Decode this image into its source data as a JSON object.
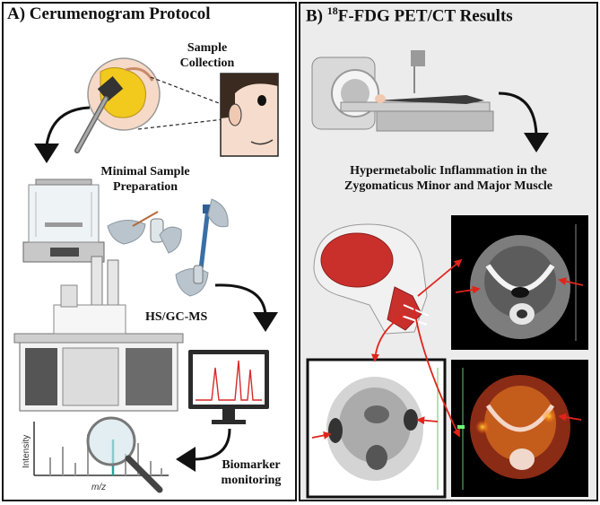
{
  "panel_a": {
    "title": "A) Cerumenogram Protocol",
    "sample_collection": [
      "Sample",
      "Collection"
    ],
    "minimal_prep": [
      "Minimal Sample",
      "Preparation"
    ],
    "hsgcms": "HS/GC-MS",
    "biomarker": [
      "Biomarker",
      "monitoring"
    ],
    "intensity_label": "Intensity",
    "mz_label": "m/z"
  },
  "panel_b": {
    "title_prefix": "B) ",
    "title_sup": "18",
    "title_rest": "F-FDG PET/CT Results",
    "finding": [
      "Hypermetabolic Inflammation in the",
      "Zygomaticus Minor and Major Muscle"
    ]
  },
  "colors": {
    "arrow_red": "#e0241b",
    "muscle_red": "#c9302c",
    "pet_orange": "#d2691e",
    "wax_yellow": "#f2c91d"
  }
}
